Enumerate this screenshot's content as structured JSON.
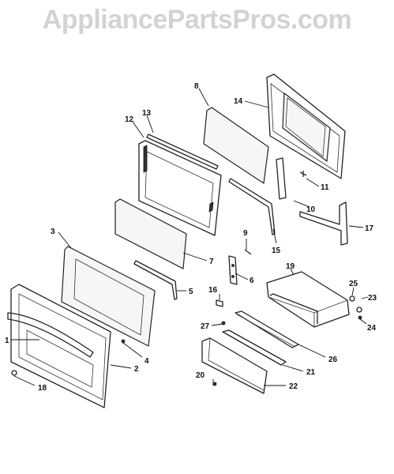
{
  "watermark": "AppliancePartsPros.com",
  "callouts": [
    {
      "id": "c1",
      "label": "1"
    },
    {
      "id": "c2",
      "label": "2"
    },
    {
      "id": "c3",
      "label": "3"
    },
    {
      "id": "c4",
      "label": "4"
    },
    {
      "id": "c5",
      "label": "5"
    },
    {
      "id": "c6",
      "label": "6"
    },
    {
      "id": "c7",
      "label": "7"
    },
    {
      "id": "c8",
      "label": "8"
    },
    {
      "id": "c9",
      "label": "9"
    },
    {
      "id": "c10",
      "label": "10"
    },
    {
      "id": "c11",
      "label": "11"
    },
    {
      "id": "c12",
      "label": "12"
    },
    {
      "id": "c13",
      "label": "13"
    },
    {
      "id": "c14",
      "label": "14"
    },
    {
      "id": "c15",
      "label": "15"
    },
    {
      "id": "c16",
      "label": "16"
    },
    {
      "id": "c17",
      "label": "17"
    },
    {
      "id": "c18",
      "label": "18"
    },
    {
      "id": "c19",
      "label": "19"
    },
    {
      "id": "c20",
      "label": "20"
    },
    {
      "id": "c21",
      "label": "21"
    },
    {
      "id": "c22",
      "label": "22"
    },
    {
      "id": "c23",
      "label": "23"
    },
    {
      "id": "c24",
      "label": "24"
    },
    {
      "id": "c25",
      "label": "25"
    },
    {
      "id": "c26",
      "label": "26"
    },
    {
      "id": "c27",
      "label": "27"
    }
  ]
}
